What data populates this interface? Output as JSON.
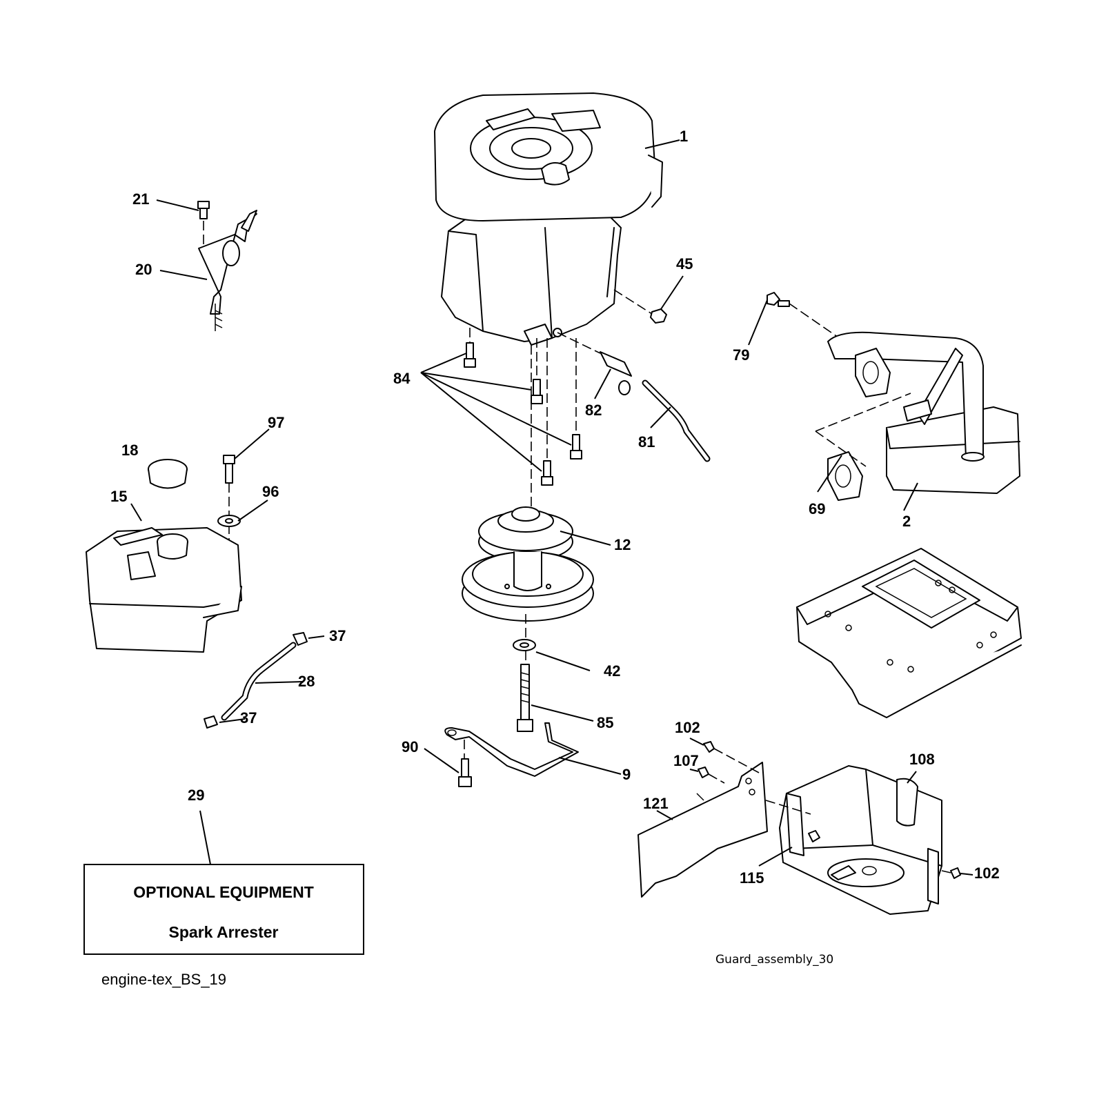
{
  "callouts": {
    "c1": "1",
    "c2": "2",
    "c9": "9",
    "c12": "12",
    "c15": "15",
    "c18": "18",
    "c20": "20",
    "c21": "21",
    "c28": "28",
    "c29": "29",
    "c37a": "37",
    "c37b": "37",
    "c42": "42",
    "c45": "45",
    "c69": "69",
    "c79": "79",
    "c81": "81",
    "c82": "82",
    "c84": "84",
    "c85": "85",
    "c90": "90",
    "c96": "96",
    "c97": "97",
    "c102a": "102",
    "c102b": "102",
    "c107": "107",
    "c108": "108",
    "c115": "115",
    "c121": "121"
  },
  "optional_box": {
    "title": "OPTIONAL EQUIPMENT",
    "item": "Spark Arrester"
  },
  "captions": {
    "engine": "engine-tex_BS_19",
    "guard": "Guard_assembly_30"
  }
}
